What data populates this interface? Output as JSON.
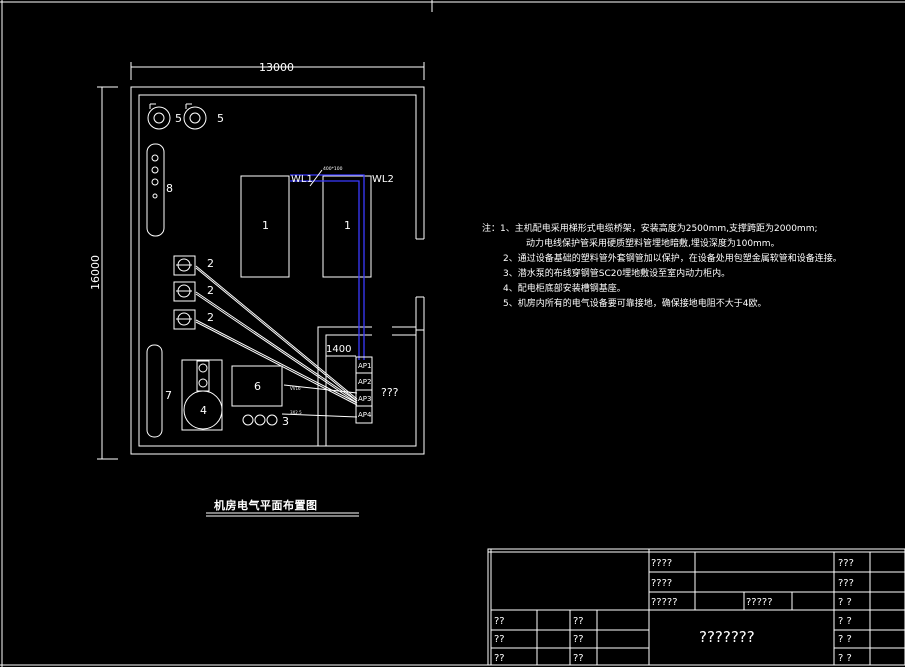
{
  "drawing": {
    "dim_width": "13000",
    "dim_height": "16000",
    "dim_1400": "1400",
    "title": "机房电气平面布置图"
  },
  "equipment": {
    "item_5a": "5",
    "item_5b": "5",
    "item_8": "8",
    "item_1a": "1",
    "item_1b": "1",
    "item_2a": "2",
    "item_2b": "2",
    "item_2c": "2",
    "item_7": "7",
    "item_6": "6",
    "item_4": "4",
    "item_3": "3",
    "wl1": "WL1",
    "wl2": "WL2",
    "tray_size": "400*100",
    "ap1": "AP1",
    "ap2": "AP2",
    "ap3": "AP3",
    "ap4": "AP4",
    "panel_label": "???",
    "cable_mark_6": "VV16",
    "cable_mark_3": "3X2.5"
  },
  "notes": {
    "line1": "注：1、主机配电采用梯形式电缆桥架，安装高度为2500mm,支撑跨距为2000mm;",
    "line1b": "动力电线保护管采用硬质塑料管埋地暗敷,埋设深度为100mm。",
    "line2": "2、通过设备基础的塑料管外套钢管加以保护，在设备处用包塑金属软管和设备连接。",
    "line3": "3、潜水泵的布线穿钢管SC20埋地敷设至室内动力柜内。",
    "line4": "4、配电柜底部安装槽钢基座。",
    "line5": "5、机房内所有的电气设备要可靠接地，确保接地电阻不大于4欧。"
  },
  "title_block": {
    "r1c2": "????",
    "r1c4": "???",
    "r2c2": "????",
    "r2c4": "???",
    "r3c2": "?????",
    "r3c3": "?????",
    "r3c4": "? ?",
    "l1a": "??",
    "l1b": "??",
    "l2a": "??",
    "l2b": "??",
    "l3a": "??",
    "l3b": "??",
    "big": "???????",
    "r4c4": "? ?",
    "r5c4": "? ?",
    "r6c4": "? ?"
  },
  "colors": {
    "background": "#000000",
    "lines": "#ffffff",
    "tray": "#3a3aff"
  }
}
